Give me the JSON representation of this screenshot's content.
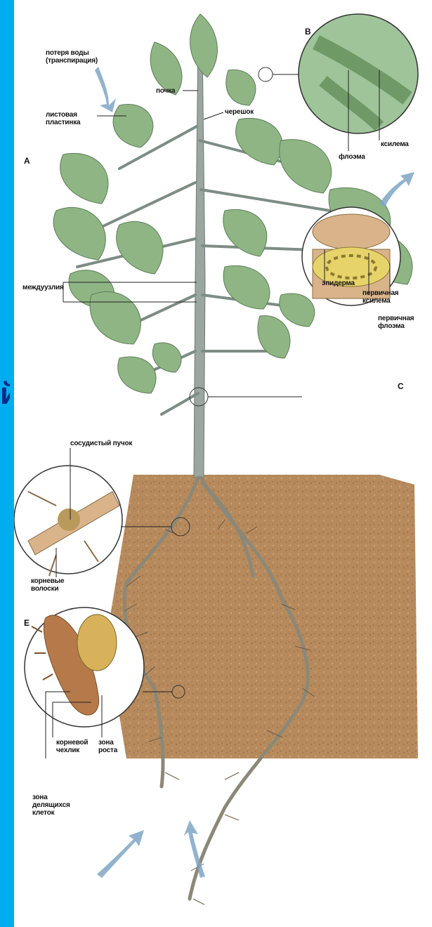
{
  "labels": {
    "transpiration": "потеря воды\n(транспирация)",
    "bud": "почка",
    "petiole": "черешок",
    "leaf_blade": "листовая\nпластинка",
    "panel_a": "A",
    "panel_b": "B",
    "xylem": "ксилема",
    "phloem": "флоэма",
    "internode": "междуузлия",
    "epidermis": "эпидерма",
    "primary_xylem": "первичная\nксилема",
    "primary_phloem": "первичная\nфлоэма",
    "panel_c": "C",
    "vascular_bundle": "сосудистый пучок",
    "root_hairs": "корневые\nволоски",
    "panel_e": "E",
    "root_cap": "корневой\nчехлик",
    "growth_zone": "зона\nроста",
    "dividing_zone": "зона\nделящихся\nклеток"
  },
  "colors": {
    "frame": "#00aeef",
    "leaf": "#8fb585",
    "soil": "#b68a5c",
    "stem": "#9aa7a0"
  }
}
